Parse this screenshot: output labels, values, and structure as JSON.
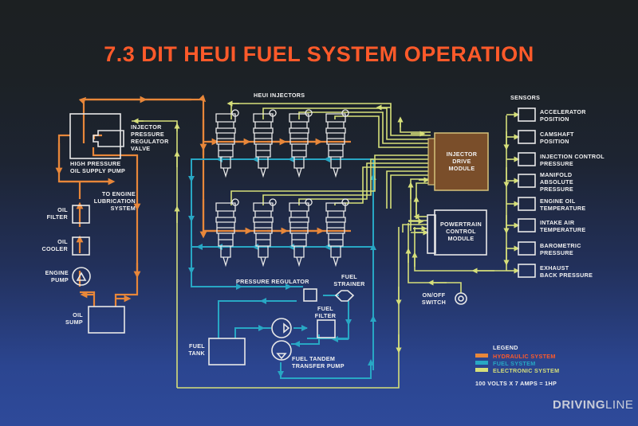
{
  "title": "7.3 DIT HEUI FUEL SYSTEM OPERATION",
  "colors": {
    "hydraulic": "#e8873a",
    "fuel": "#28a7c4",
    "electronic": "#d6df7a",
    "title": "#ff5a2a",
    "idm_fill": "#7a4e2a"
  },
  "labels": {
    "heui_injectors": "HEUI INJECTORS",
    "injector_pressure_regulator_valve": [
      "INJECTOR",
      "PRESSURE",
      "REGULATOR",
      "VALVE"
    ],
    "high_pressure_oil_supply_pump": [
      "HIGH PRESSURE",
      "OIL SUPPLY PUMP"
    ],
    "to_engine_lubrication_system": [
      "TO ENGINE",
      "LUBRICATION",
      "SYSTEM"
    ],
    "oil_filter": [
      "OIL",
      "FILTER"
    ],
    "oil_cooler": [
      "OIL",
      "COOLER"
    ],
    "engine_pump": [
      "ENGINE",
      "PUMP"
    ],
    "oil_sump": [
      "OIL",
      "SUMP"
    ],
    "injector_drive_module": [
      "INJECTOR",
      "DRIVE",
      "MODULE"
    ],
    "powertrain_control_module": [
      "POWERTRAIN",
      "CONTROL",
      "MODULE"
    ],
    "pressure_regulator": "PRESSURE REGULATOR",
    "fuel_strainer": [
      "FUEL",
      "STRAINER"
    ],
    "fuel_filter": [
      "FUEL",
      "FILTER"
    ],
    "fuel_tank": [
      "FUEL",
      "TANK"
    ],
    "fuel_tandem_transfer_pump": [
      "FUEL TANDEM",
      "TRANSFER PUMP"
    ],
    "on_off_switch": [
      "ON/OFF",
      "SWITCH"
    ]
  },
  "sensors": {
    "heading": "SENSORS",
    "items": [
      [
        "ACCELERATOR",
        "POSITION"
      ],
      [
        "CAMSHAFT",
        "POSITION"
      ],
      [
        "INJECTION CONTROL",
        "PRESSURE"
      ],
      [
        "MANIFOLD",
        "ABSOLUTE",
        "PRESSURE"
      ],
      [
        "ENGINE OIL",
        "TEMPERATURE"
      ],
      [
        "INTAKE AIR",
        "TEMPERATURE"
      ],
      [
        "BAROMETRIC",
        "PRESSURE"
      ],
      [
        "EXHAUST",
        "BACK PRESSURE"
      ]
    ]
  },
  "legend": {
    "heading": "LEGEND",
    "items": [
      {
        "label": "HYDRAULIC SYSTEM",
        "color": "#e8873a"
      },
      {
        "label": "FUEL SYSTEM",
        "color": "#28a7c4"
      },
      {
        "label": "ELECTRONIC SYSTEM",
        "color": "#d6df7a"
      }
    ],
    "note": "100 VOLTS X 7 AMPS = 1HP"
  },
  "watermark": {
    "bold": "DRIVING",
    "light": "LINE"
  }
}
